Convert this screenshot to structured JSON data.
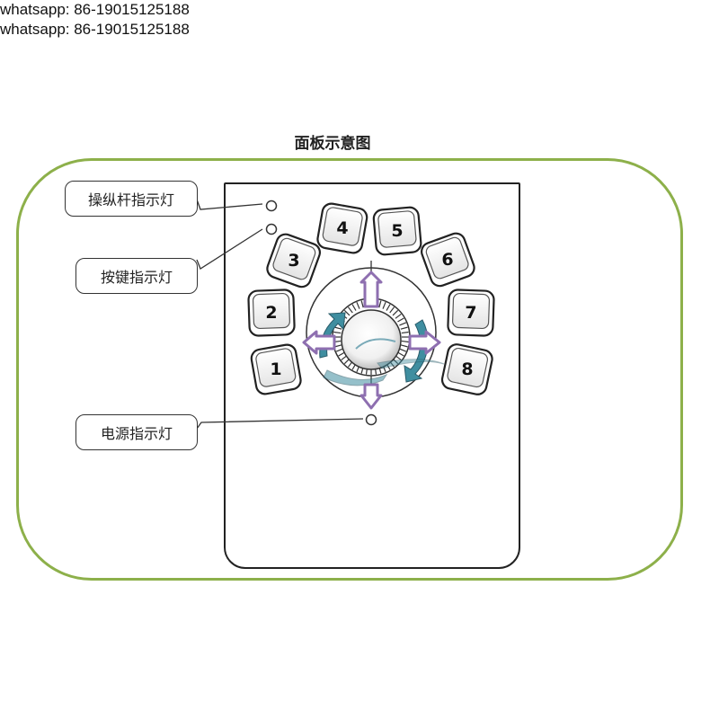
{
  "watermark": {
    "line1": "whatsapp: 86-19015125188",
    "line2": "whatsapp: 86-19015125188"
  },
  "title": "面板示意图",
  "callouts": {
    "joystick_indicator": "操纵杆指示灯",
    "key_indicator": "按键指示灯",
    "power_indicator": "电源指示灯"
  },
  "keys": [
    "1",
    "2",
    "3",
    "4",
    "5",
    "6",
    "7",
    "8"
  ],
  "colors": {
    "frame": "#8db04a",
    "arrow_purple": "#8e6fb0",
    "arrow_teal": "#3f8ea0",
    "outline": "#222222"
  }
}
